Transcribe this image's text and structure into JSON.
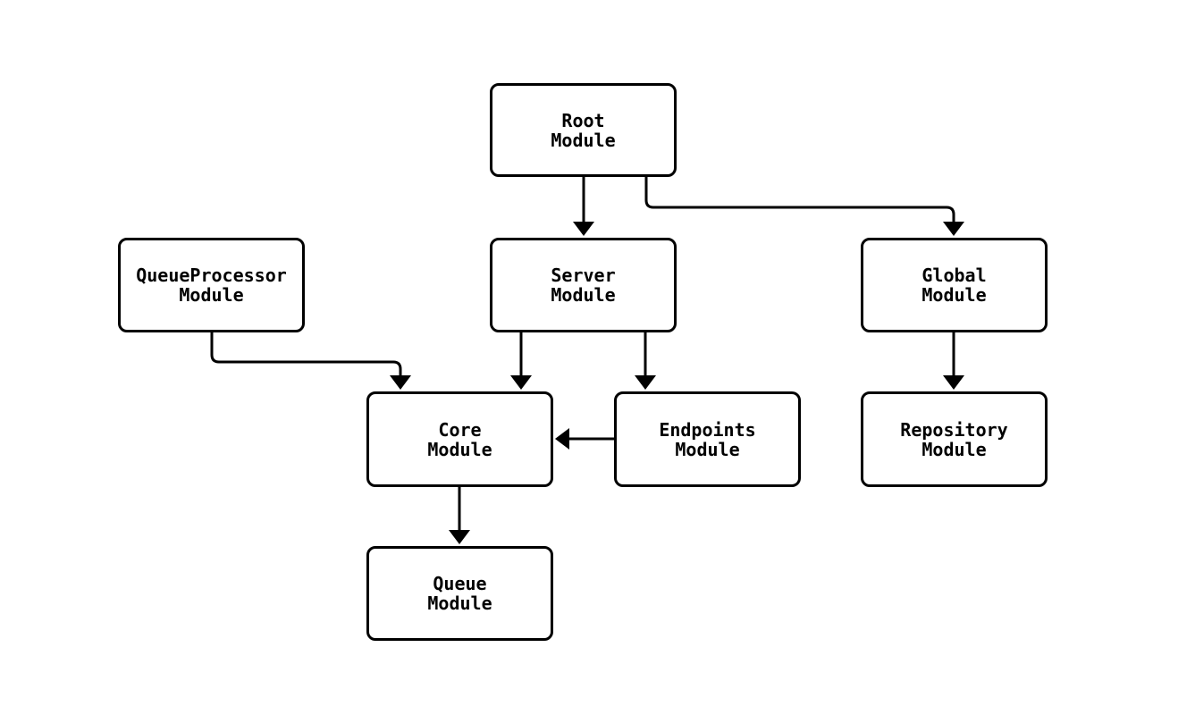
{
  "diagram": {
    "type": "module-dependency-flowchart",
    "colors": {
      "background": "#ffffff",
      "node_fill": "#ffffff",
      "node_border": "#000000",
      "edge_stroke": "#000000",
      "label_text": "#000000"
    },
    "nodes": [
      {
        "id": "root",
        "label": "Root\nModule"
      },
      {
        "id": "queueprocessor",
        "label": "QueueProcessor\nModule"
      },
      {
        "id": "server",
        "label": "Server\nModule"
      },
      {
        "id": "global",
        "label": "Global\nModule"
      },
      {
        "id": "core",
        "label": "Core\nModule"
      },
      {
        "id": "endpoints",
        "label": "Endpoints\nModule"
      },
      {
        "id": "repository",
        "label": "Repository\nModule"
      },
      {
        "id": "queue",
        "label": "Queue\nModule"
      }
    ],
    "edges": [
      {
        "from": "Root Module",
        "to": "Server Module"
      },
      {
        "from": "Root Module",
        "to": "Global Module"
      },
      {
        "from": "QueueProcessor Module",
        "to": "Core Module"
      },
      {
        "from": "Server Module",
        "to": "Core Module"
      },
      {
        "from": "Server Module",
        "to": "Endpoints Module"
      },
      {
        "from": "Endpoints Module",
        "to": "Core Module"
      },
      {
        "from": "Global Module",
        "to": "Repository Module"
      },
      {
        "from": "Core Module",
        "to": "Queue Module"
      }
    ]
  }
}
